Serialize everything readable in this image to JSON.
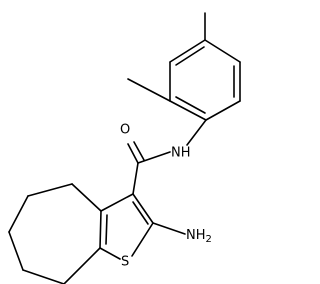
{
  "molecule": {
    "atoms": {
      "oxygen": "O",
      "amide_nitrogen": "NH",
      "amino_group": "NH2",
      "sulfur": "S"
    },
    "colors": {
      "bond": "#000000",
      "label": "#000000",
      "background": "#ffffff"
    }
  }
}
